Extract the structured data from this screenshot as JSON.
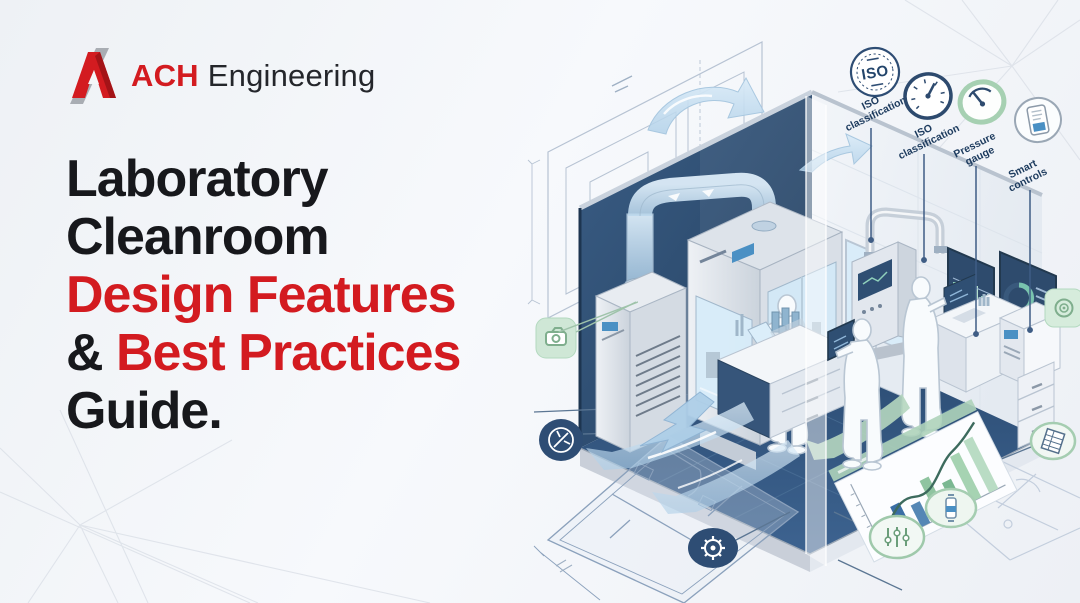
{
  "brand": {
    "name": "ACH",
    "suffix": "Engineering"
  },
  "headline": {
    "lines": [
      {
        "segments": [
          {
            "text": "Laboratory",
            "tone": "dark"
          }
        ]
      },
      {
        "segments": [
          {
            "text": "Cleanroom",
            "tone": "dark"
          }
        ]
      },
      {
        "segments": [
          {
            "text": "Design Features",
            "tone": "red"
          }
        ]
      },
      {
        "segments": [
          {
            "text": "& ",
            "tone": "dark"
          },
          {
            "text": "Best Practices",
            "tone": "red"
          }
        ]
      },
      {
        "segments": [
          {
            "text": "Guide.",
            "tone": "dark"
          }
        ]
      }
    ]
  },
  "callouts": [
    {
      "id": "iso-badge",
      "label": "ISO classification",
      "label_lines": [
        "ISO",
        "classification"
      ],
      "icon": "iso-badge-icon",
      "badge_text": "ISO"
    },
    {
      "id": "iso-gauge",
      "label": "ISO classification",
      "label_lines": [
        "ISO",
        "classification"
      ],
      "icon": "gauge-icon"
    },
    {
      "id": "pressure-gauge",
      "label": "Pressure gauge",
      "label_lines": [
        "Pressure",
        "gauge"
      ],
      "icon": "pressure-gauge-icon"
    },
    {
      "id": "smart-controls",
      "label": "Smart controls",
      "label_lines": [
        "Smart",
        "controls"
      ],
      "icon": "smart-controls-icon"
    }
  ],
  "scene_icons": [
    "camera-icon",
    "compass-icon",
    "gear-icon",
    "sliders-icon",
    "valve-icon",
    "spec-doc-icon",
    "target-icon",
    "airflow-arrow-icon"
  ],
  "colors": {
    "accent_red": "#d31b20",
    "headline_dark": "#17181c",
    "navy": "#2e4d74",
    "wall_navy": "#2c4a6e",
    "floor_navy": "#2d4f76",
    "duct_blue": "#cfe4f4",
    "green_accent": "#aed3ba",
    "background": "#f2f4f8"
  }
}
